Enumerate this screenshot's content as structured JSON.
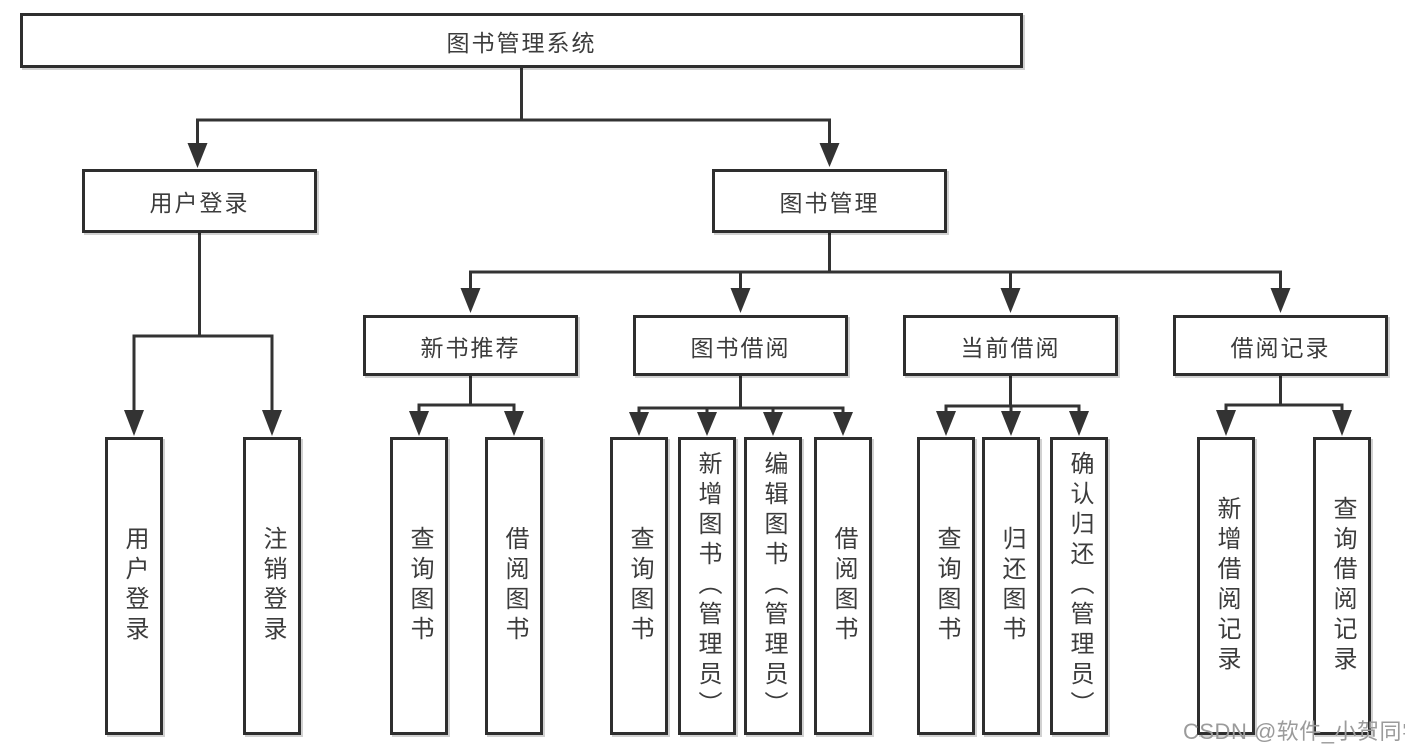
{
  "diagram": {
    "root": {
      "label": "图书管理系统"
    },
    "level2": [
      {
        "label": "用户登录"
      },
      {
        "label": "图书管理"
      }
    ],
    "level3": [
      {
        "label": "新书推荐"
      },
      {
        "label": "图书借阅"
      },
      {
        "label": "当前借阅"
      },
      {
        "label": "借阅记录"
      }
    ],
    "leaves": {
      "user_login": [
        "用户登录",
        "注销登录"
      ],
      "new_books": [
        "查询图书",
        "借阅图书"
      ],
      "borrow": [
        "查询图书",
        "新增图书（管理员）",
        "编辑图书（管理员）",
        "借阅图书"
      ],
      "current": [
        "查询图书",
        "归还图书",
        "确认归还（管理员）"
      ],
      "records": [
        "新增借阅记录",
        "查询借阅记录"
      ]
    }
  },
  "watermark": "CSDN @软件_小贺同学",
  "colors": {
    "line": "#333333",
    "border": "#2e2e2e",
    "text": "#3c3c3c",
    "watermark_text": "#9b9b9b",
    "background": "#ffffff"
  }
}
